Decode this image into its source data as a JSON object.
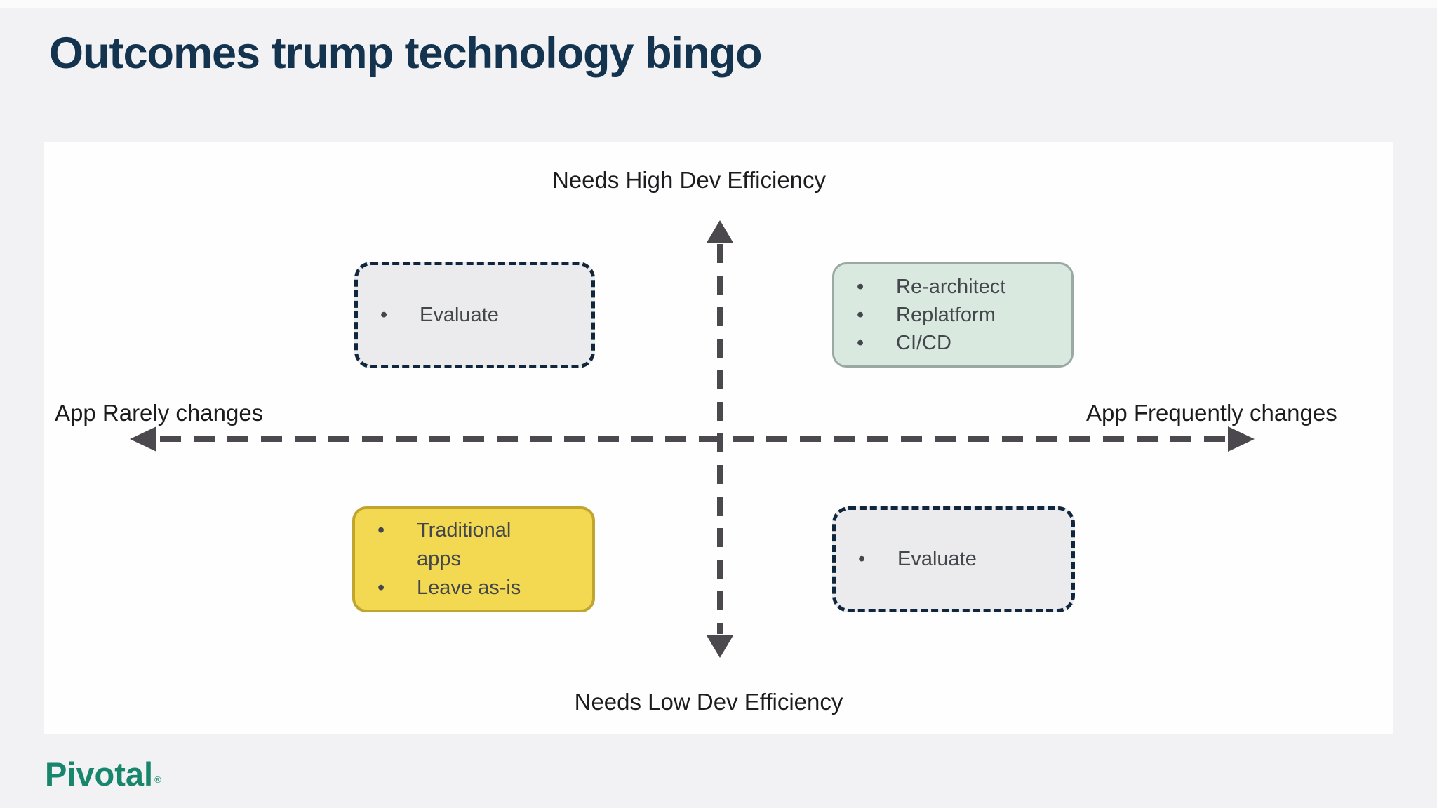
{
  "page": {
    "title": "Outcomes trump technology bingo",
    "brand": {
      "logo_text": "Pivotal",
      "logo_mark": "®",
      "logo_color": "#17866c"
    }
  },
  "diagram": {
    "axes": {
      "top_label": "Needs High Dev Efficiency",
      "bottom_label": "Needs Low Dev Efficiency",
      "left_label": "App Rarely changes",
      "right_label": "App Frequently changes"
    },
    "quadrants": [
      {
        "position": "top-left",
        "style": "dashed-gray",
        "items": [
          "Evaluate"
        ]
      },
      {
        "position": "top-right",
        "style": "solid-green",
        "items": [
          "Re-architect",
          "Replatform",
          "CI/CD"
        ]
      },
      {
        "position": "bottom-left",
        "style": "solid-yellow",
        "items": [
          "Traditional apps",
          "Leave as-is"
        ]
      },
      {
        "position": "bottom-right",
        "style": "dashed-gray",
        "items": [
          "Evaluate"
        ]
      }
    ],
    "colors": {
      "title_text": "#14334f",
      "axis_arrow": "#4b494e",
      "dashed_box_border": "#10263c",
      "gray_box_fill": "#ebebed",
      "green_box_fill": "#d9e9e0",
      "green_box_border": "#9aa9a3",
      "yellow_box_fill": "#f3d951",
      "yellow_box_border": "#c0a52f",
      "panel_background": "#fefefe",
      "page_background": "#f2f2f4"
    }
  }
}
